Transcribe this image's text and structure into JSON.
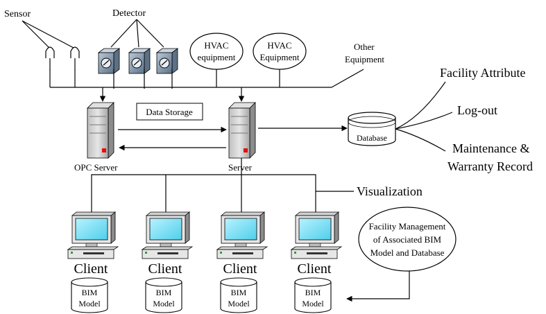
{
  "labels": {
    "sensor": "Sensor",
    "detector": "Detector",
    "hvac1_line1": "HVAC",
    "hvac1_line2": "equipment",
    "hvac2_line1": "HVAC",
    "hvac2_line2": "Equipment",
    "other_line1": "Other",
    "other_line2": "Equipment",
    "data_storage": "Data Storage",
    "opc_server": "OPC Server",
    "server": "Server",
    "database": "Database",
    "facility_attribute": "Facility Attribute",
    "log_out": "Log-out",
    "maintenance_line1": "Maintenance &",
    "maintenance_line2": "Warranty Record",
    "visualization": "Visualization",
    "fm_line1": "Facility Management",
    "fm_line2": "of Associated BIM",
    "fm_line3": "Model and Database"
  },
  "clients": [
    {
      "label": "Client",
      "bim_line1": "BIM",
      "bim_line2": "Model"
    },
    {
      "label": "Client",
      "bim_line1": "BIM",
      "bim_line2": "Model"
    },
    {
      "label": "Client",
      "bim_line1": "BIM",
      "bim_line2": "Model"
    },
    {
      "label": "Client",
      "bim_line1": "BIM",
      "bim_line2": "Model"
    }
  ],
  "colors": {
    "server_body": "#d9d9d9",
    "server_dark": "#8c8c8c",
    "led": "#e01010",
    "screen": "#7fe0f5",
    "detector_body": "#8fa3b8",
    "detector_lens": "#e8eef4"
  }
}
